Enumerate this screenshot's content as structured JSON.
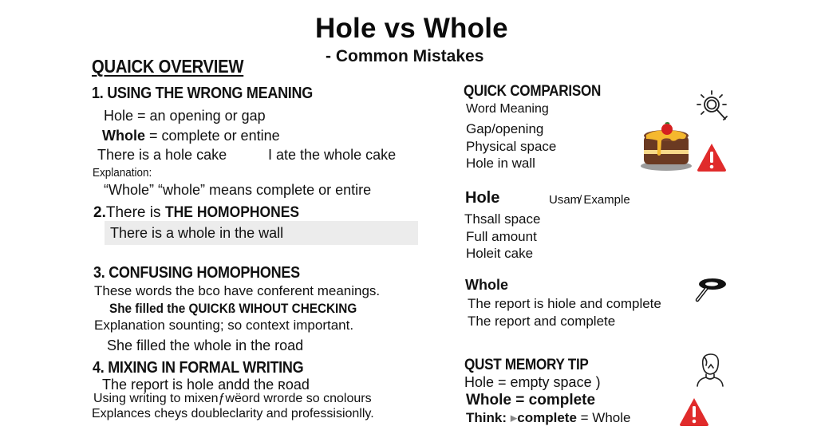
{
  "header": {
    "title": "Hole vs Whole",
    "subtitle": "- Common Mistakes"
  },
  "left": {
    "overview_heading": "QUAICK OVERVIEW",
    "section1": {
      "heading": "1. USING THE WRONG MEANING",
      "hole_def": "Hole = an opening or gap",
      "whole_word": "Whole",
      "whole_def_rest": " = complete or entine",
      "example_wrong": "There is a hole cake",
      "example_right": "I ate the whole cake",
      "explanation_label": "Explanation:",
      "explanation_text": "“Whole” “whole” means complete or entire"
    },
    "section2": {
      "number": "2.",
      "heading_plain": "There is ",
      "heading_bold": "THE HOMOPHONES",
      "highlight_text": "There is a whole in the wall"
    },
    "section3": {
      "heading": "3. CONFUSING HOMOPHONES",
      "line1": "These words the bco have conferent meanings.",
      "line2": "She filled the QUICKß WIHOUT CHECKING",
      "line3": "Explanation sounting; so context important.",
      "line4": "She filled the whole in the road"
    },
    "section4": {
      "heading": "4. MIXING IN FORMAL WRITING",
      "line1": "The report is hole andd the ʀoad",
      "line2": "Using writing to mixenƒwёord wrorde so cnolours",
      "line3": "Explances cheys doubleclarity and professisionlly."
    }
  },
  "right": {
    "comparison": {
      "heading": "QUICK COMPARISON",
      "column_label": "Word Meaning",
      "items": [
        "Gap/opening",
        "Physical space",
        "Hole in wall"
      ]
    },
    "hole": {
      "heading": "Hole",
      "usage_label": "Usam̸ Example",
      "items": [
        "Thsall space",
        "Full amount",
        "Holeit cake"
      ]
    },
    "whole": {
      "heading": "Whole",
      "items": [
        "The report is hiole and complete",
        "The report and complete"
      ]
    },
    "memory": {
      "heading": "QUST MEMORY TIP",
      "line1": "Hole = empty space  )",
      "line2": "Whole = complete",
      "line3_label": "Think: ",
      "line3_glyph": "▸",
      "line3_bold": "complete",
      "line3_rest": " = Whole"
    }
  },
  "icons": {
    "search_sun": "magnifier-with-rays-icon",
    "cake": "cake-icon",
    "warning_top": "warning-triangle-icon",
    "magnifier_black": "black-magnifier-icon",
    "person": "person-outline-icon",
    "warning_bottom": "warning-triangle-icon"
  },
  "colors": {
    "warning_red": "#e02b2b",
    "highlight_bg": "#ececec",
    "cake_brown": "#6b3a22",
    "cake_icing": "#f5b82e",
    "cherry": "#d52020"
  }
}
